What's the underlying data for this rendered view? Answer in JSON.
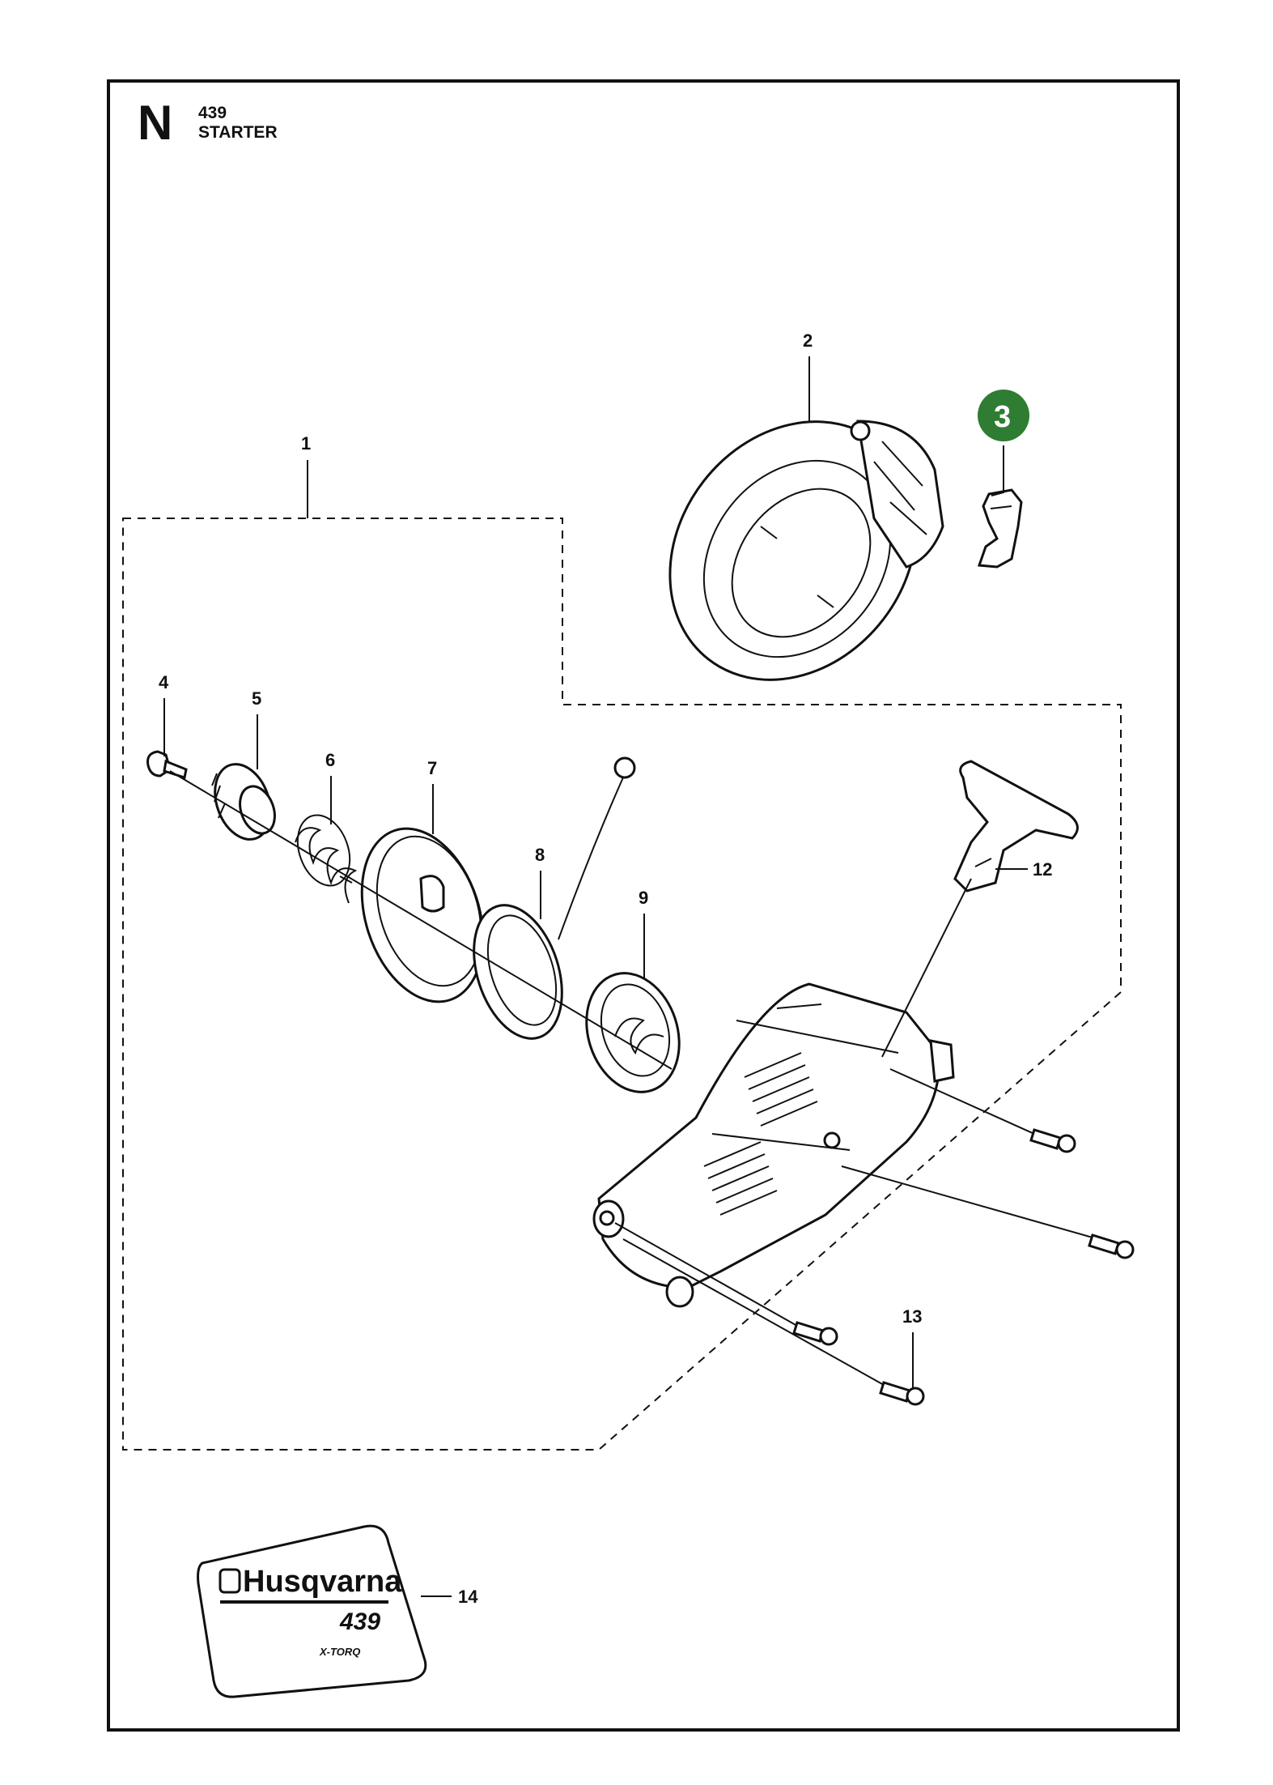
{
  "header": {
    "section_letter": "N",
    "model_number": "439",
    "section_title": "STARTER"
  },
  "callouts": {
    "c1": "1",
    "c2": "2",
    "c3": "3",
    "c4": "4",
    "c5": "5",
    "c6": "6",
    "c7": "7",
    "c8": "8",
    "c9": "9",
    "c12": "12",
    "c13": "13",
    "c14": "14"
  },
  "decal": {
    "brand": "Husqvarna",
    "model": "439",
    "sub": "X-TORQ"
  },
  "colors": {
    "highlight": "#2e7d32",
    "line": "#111111"
  }
}
